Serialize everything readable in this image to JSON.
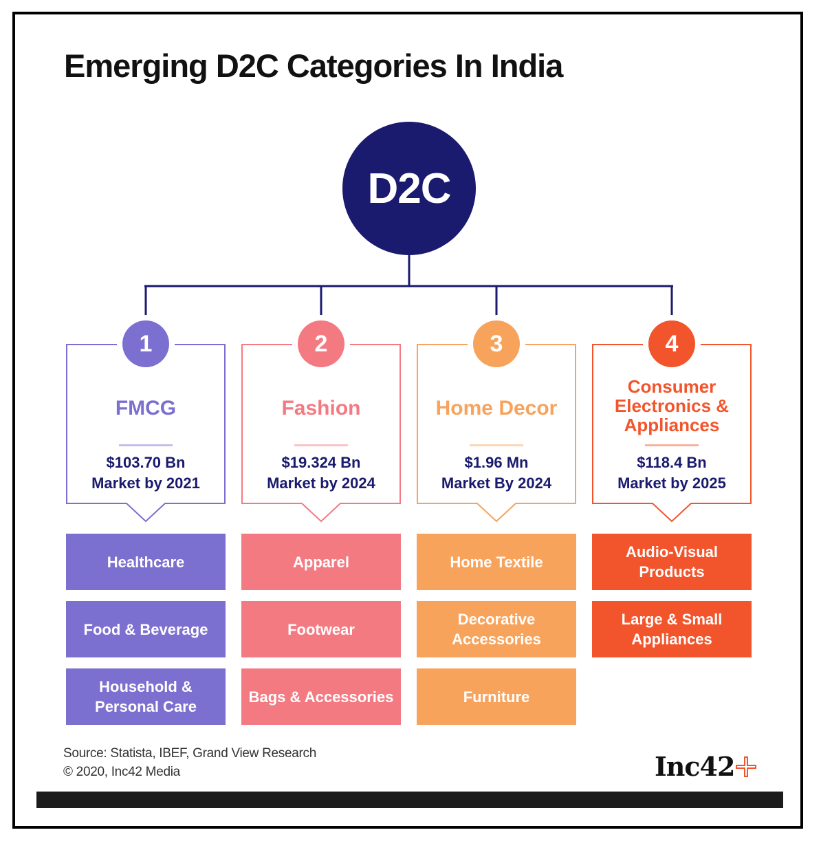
{
  "title": "Emerging D2C Categories In India",
  "hub_label": "D2C",
  "colors": {
    "navy": "#1a1a6e",
    "fmcg": "#7b6fcf",
    "fashion": "#f47a82",
    "home_decor": "#f7a35c",
    "electronics": "#f2552c"
  },
  "categories": [
    {
      "number": "1",
      "name": "FMCG",
      "market_value": "$103.70 Bn",
      "market_label": "Market by 2021",
      "color": "#7b6fcf",
      "subcategories": [
        "Healthcare",
        "Food & Beverage",
        "Household & Personal Care"
      ]
    },
    {
      "number": "2",
      "name": "Fashion",
      "market_value": "$19.324 Bn",
      "market_label": "Market by 2024",
      "color": "#f47a82",
      "subcategories": [
        "Apparel",
        "Footwear",
        "Bags & Accessories"
      ]
    },
    {
      "number": "3",
      "name": "Home Decor",
      "market_value": "$1.96 Mn",
      "market_label": "Market By 2024",
      "color": "#f7a35c",
      "subcategories": [
        "Home Textile",
        "Decorative Accessories",
        "Furniture"
      ]
    },
    {
      "number": "4",
      "name": "Consumer Electronics & Appliances",
      "market_value": "$118.4 Bn",
      "market_label": "Market by 2025",
      "color": "#f2552c",
      "subcategories": [
        "Audio-Visual Products",
        "Large & Small Appliances"
      ]
    }
  ],
  "source": "Source: Statista, IBEF, Grand View Research",
  "copyright": "© 2020, Inc42 Media",
  "logo_text": "Inc42",
  "logo_icon": "plus-icon"
}
